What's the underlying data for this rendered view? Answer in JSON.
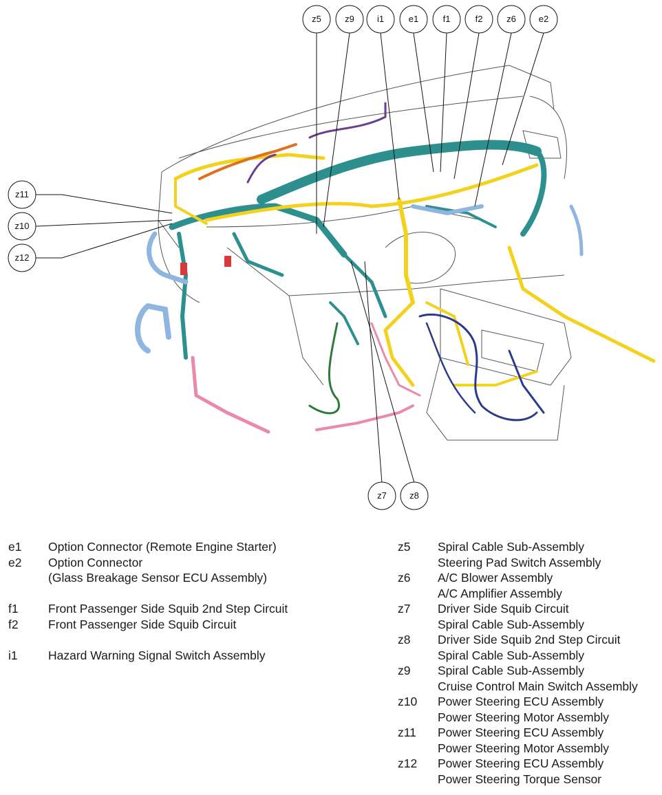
{
  "callouts": {
    "z5": "z5",
    "z9": "z9",
    "i1": "i1",
    "e1": "e1",
    "f1": "f1",
    "f2": "f2",
    "z6": "z6",
    "e2": "e2",
    "z11": "z11",
    "z10": "z10",
    "z12": "z12",
    "z7": "z7",
    "z8": "z8"
  },
  "legend_left": [
    {
      "code": "e1",
      "lines": [
        "Option Connector (Remote Engine Starter)"
      ]
    },
    {
      "code": "e2",
      "lines": [
        "Option Connector",
        "(Glass Breakage Sensor ECU Assembly)"
      ]
    },
    {
      "code": "f1",
      "lines": [
        "Front Passenger Side Squib 2nd Step Circuit"
      ]
    },
    {
      "code": "f2",
      "lines": [
        "Front Passenger Side Squib Circuit"
      ]
    },
    {
      "code": "i1",
      "lines": [
        "Hazard Warning Signal Switch Assembly"
      ]
    }
  ],
  "legend_right": [
    {
      "code": "z5",
      "lines": [
        "Spiral Cable Sub-Assembly",
        "Steering Pad Switch Assembly"
      ]
    },
    {
      "code": "z6",
      "lines": [
        "A/C Blower Assembly",
        "A/C Amplifier Assembly"
      ]
    },
    {
      "code": "z7",
      "lines": [
        "Driver Side Squib Circuit",
        "Spiral Cable Sub-Assembly"
      ]
    },
    {
      "code": "z8",
      "lines": [
        "Driver Side Squib 2nd Step Circuit",
        "Spiral Cable Sub-Assembly"
      ]
    },
    {
      "code": "z9",
      "lines": [
        "Spiral Cable Sub-Assembly",
        "Cruise Control Main Switch Assembly"
      ]
    },
    {
      "code": "z10",
      "lines": [
        "Power Steering ECU Assembly",
        "Power Steering Motor Assembly"
      ]
    },
    {
      "code": "z11",
      "lines": [
        "Power Steering ECU Assembly",
        "Power Steering Motor Assembly"
      ]
    },
    {
      "code": "z12",
      "lines": [
        "Power Steering ECU Assembly",
        "Power Steering Torque Sensor"
      ]
    }
  ],
  "colors": {
    "teal": "#2e8f8f",
    "yellow": "#f2d21c",
    "pink": "#e88aa8",
    "navy": "#2b3a8a",
    "green": "#2f7a3a",
    "purple": "#6a3d8f",
    "orange": "#e0701e",
    "lightblue": "#8fb6e0",
    "red": "#d83a3a"
  }
}
